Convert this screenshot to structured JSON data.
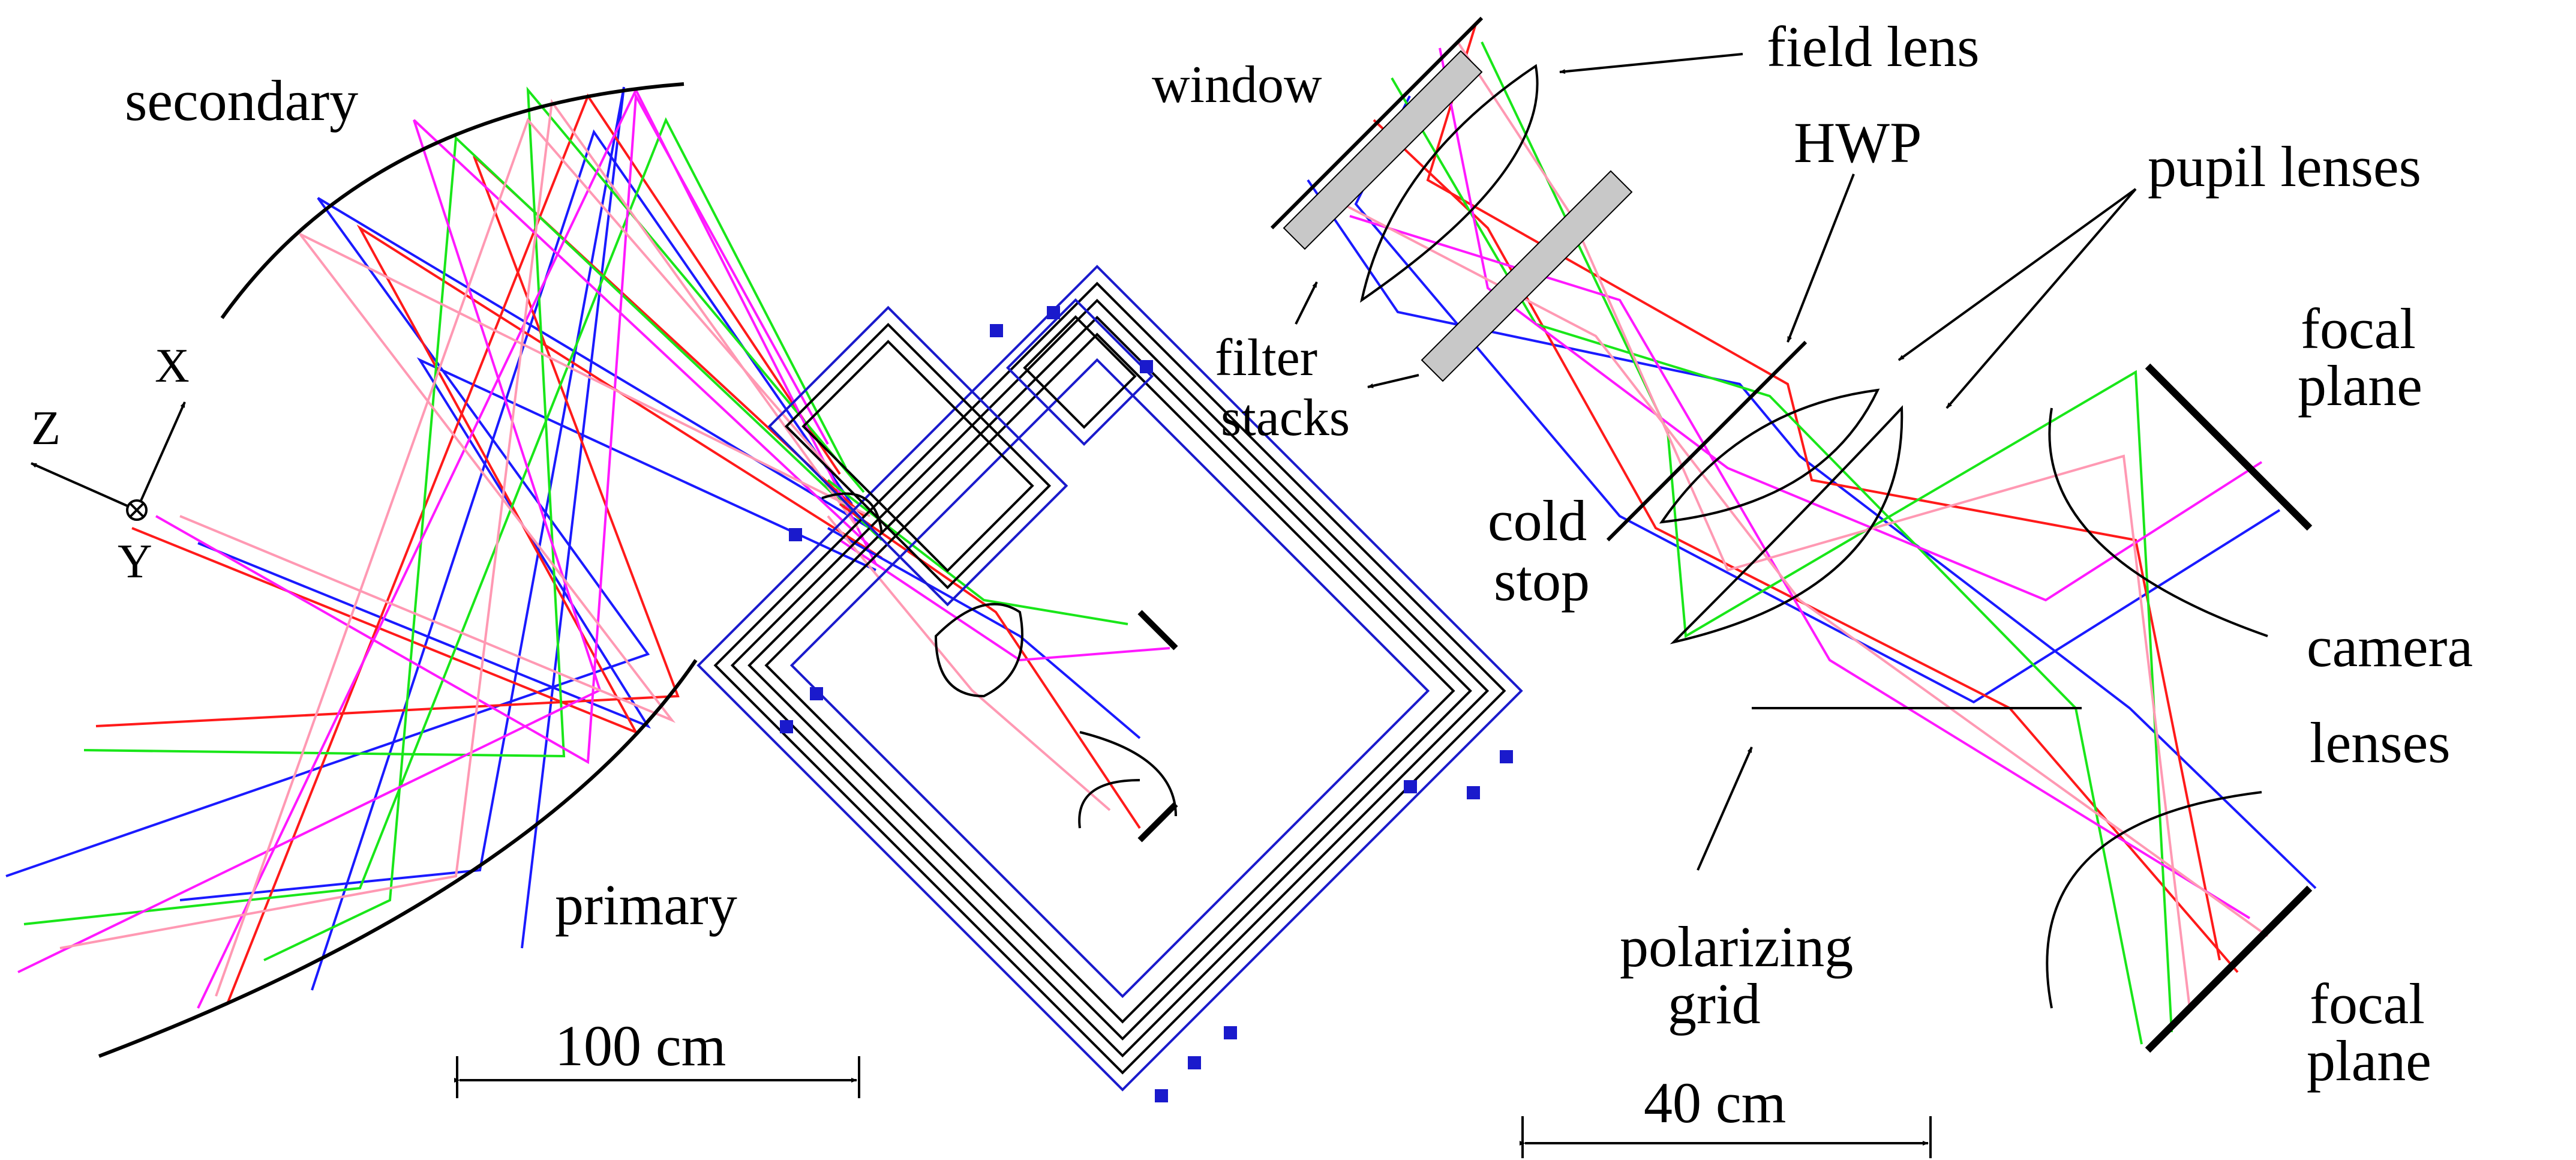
{
  "labels": {
    "secondary": "secondary",
    "primary": "primary",
    "scale_left": "100 cm",
    "axis_x": "X",
    "axis_y": "Y",
    "axis_z": "Z",
    "window": "window",
    "field_lens": "field lens",
    "hwp": "HWP",
    "pupil_lenses": "pupil lenses",
    "filter": "filter",
    "stacks": "stacks",
    "cold": "cold",
    "stop": "stop",
    "focal_top_1": "focal",
    "focal_top_2": "plane",
    "camera": "camera",
    "lenses": "lenses",
    "polarizing": "polarizing",
    "grid": "grid",
    "focal_bot_1": "focal",
    "focal_bot_2": "plane",
    "scale_right": "40 cm"
  },
  "ray_colors": {
    "blue": "#1a1aff",
    "red": "#ff1a1a",
    "green": "#19e619",
    "magenta": "#ff19ff",
    "pink": "#ff99b3"
  },
  "element_colors": {
    "structure": "#000000",
    "fasteners": "#1a1acc",
    "filter_fill": "#c8c8c8"
  }
}
